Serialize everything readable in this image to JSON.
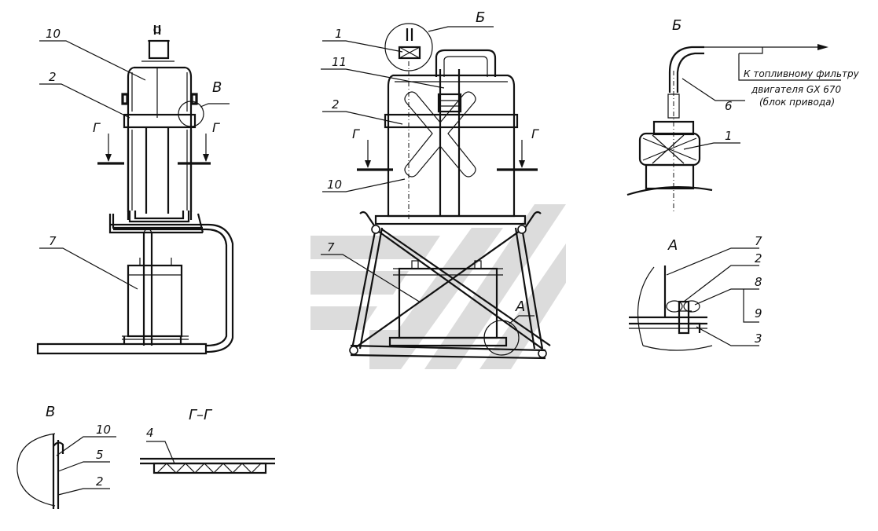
{
  "callouts": {
    "item_10": "10",
    "item_2": "2",
    "item_7": "7",
    "item_1": "1",
    "item_11": "11",
    "item_6": "6",
    "item_8": "8",
    "item_9": "9",
    "item_3": "3",
    "item_5": "5",
    "item_4": "4"
  },
  "view_labels": {
    "B_latin": "В",
    "G": "Г",
    "B_cyr": "Б",
    "A": "А",
    "section_GG": "Г–Г"
  },
  "fuel_note": {
    "line1": "К топливному фильтру",
    "line2": "двигателя GX 670",
    "line3": "(блок привода)"
  }
}
